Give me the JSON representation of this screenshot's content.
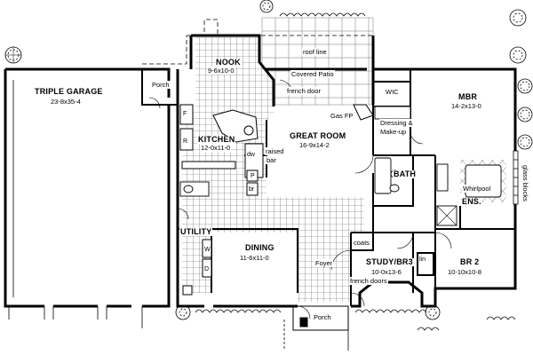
{
  "rooms": {
    "garage": {
      "name": "TRIPLE GARAGE",
      "dim": "23-8x35-4"
    },
    "porch_garage": {
      "name": "Porch"
    },
    "nook": {
      "name": "NOOK",
      "dim": "9-6x10-0"
    },
    "kitchen": {
      "name": "KITCHEN",
      "dim": "12-0x11-0"
    },
    "great_room": {
      "name": "GREAT ROOM",
      "dim": "16-9x14-2"
    },
    "mbr": {
      "name": "MBR",
      "dim": "14-2x13-0"
    },
    "dining": {
      "name": "DINING",
      "dim": "11-6x11-0"
    },
    "study": {
      "name": "STUDY/BR3",
      "dim": "10-0x13-6"
    },
    "br2": {
      "name": "BR 2",
      "dim": "10-10x10-8"
    },
    "utility": {
      "name": "UTILITY"
    },
    "porch_front": {
      "name": "Porch"
    },
    "foyer": {
      "name": "Foyer"
    },
    "wic": {
      "name": "WIC"
    },
    "bath": {
      "name": "BATH"
    },
    "ens": {
      "name": "ENS."
    },
    "dressing": {
      "name": "Dressing &",
      "name2": "Make-up"
    }
  },
  "labels": {
    "roof_line": "roof line",
    "covered_patio": "Covered Patio",
    "french_door": "french door",
    "gas_fp": "Gas FP",
    "raised": "raised",
    "bar": "bar",
    "dw": "dw",
    "whirlpool": "Whirlpool",
    "glass_blocks": "glass blocks",
    "coats": "coats",
    "lin": "lin",
    "french_doors": "french doors",
    "f": "F",
    "r": "R",
    "p": "P",
    "br": "br",
    "w": "W",
    "d": "D"
  }
}
